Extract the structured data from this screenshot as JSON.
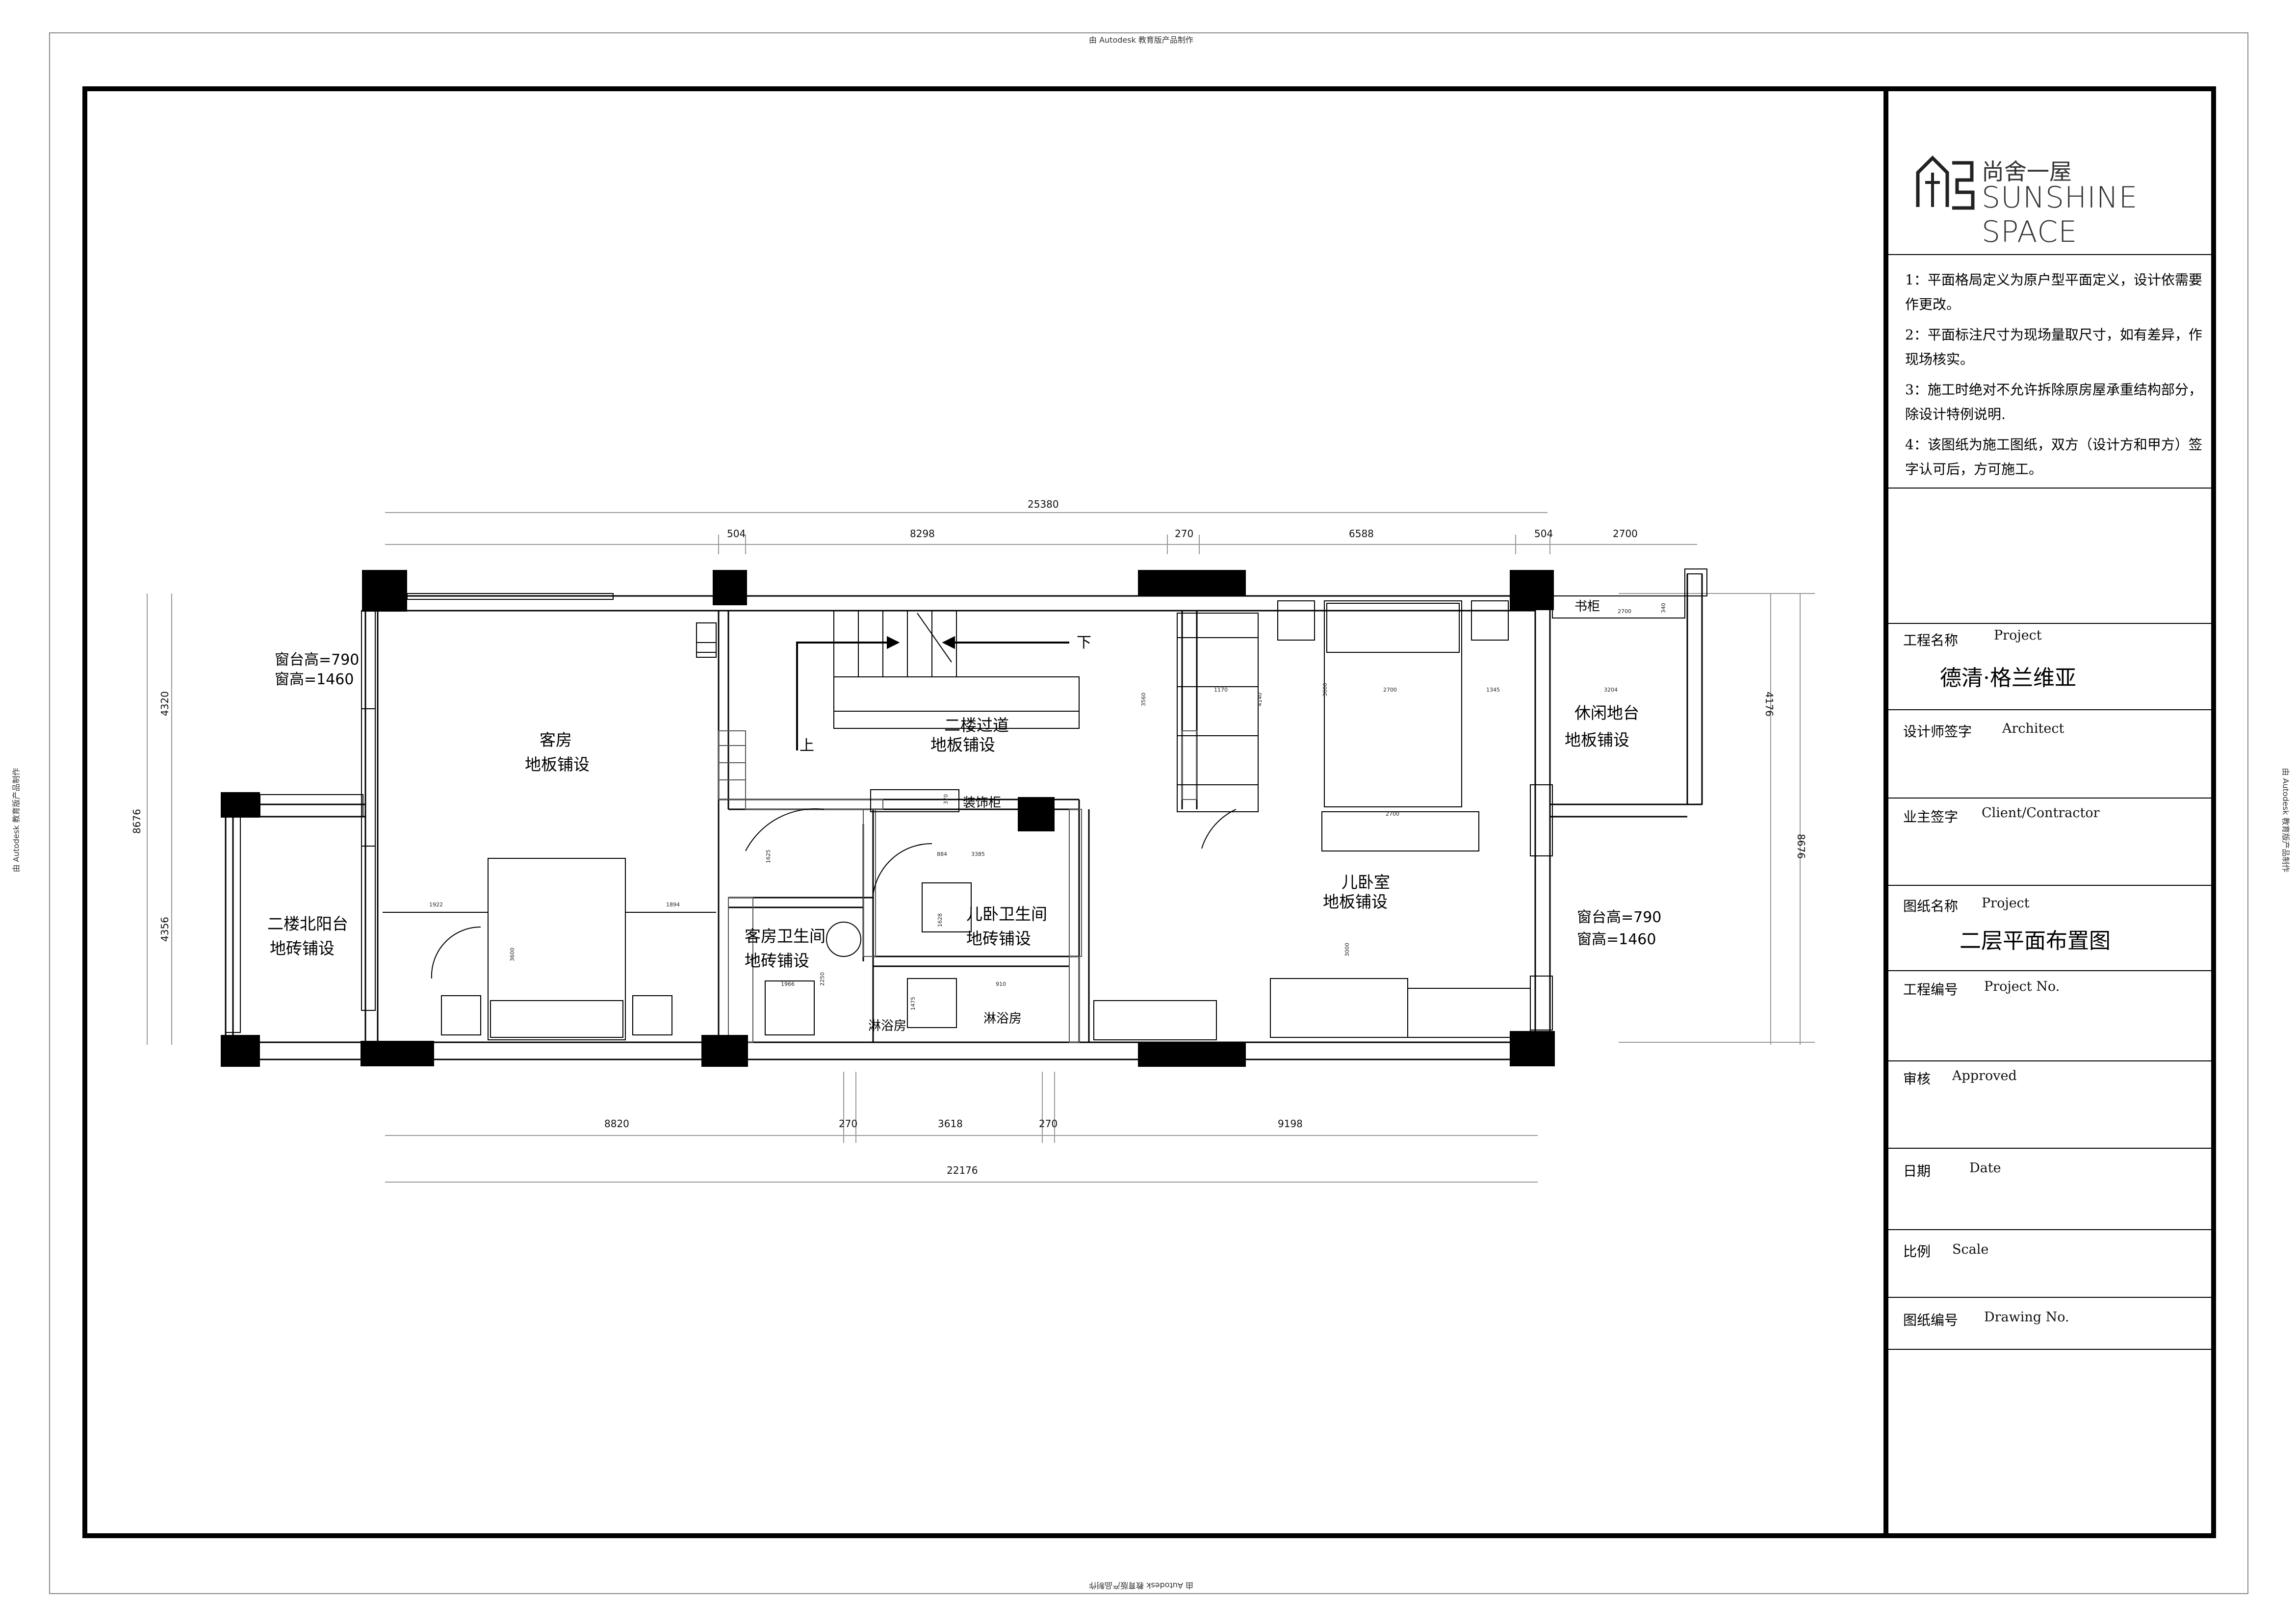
{
  "watermark": {
    "top": "由 Autodesk 教育版产品制作",
    "bottom": "由 Autodesk 教育版产品制作",
    "left": "由 Autodesk 教育版产品制作",
    "right": "由 Autodesk 教育版产品制作"
  },
  "logo": {
    "cn": "尚舍一屋",
    "en": "SUNSHINE SPACE"
  },
  "notes": [
    "1：平面格局定义为原户型平面定义，设计依需要作更改。",
    "2：平面标注尺寸为现场量取尺寸，如有差异，作现场核实。",
    "3：施工时绝对不允许拆除原房屋承重结构部分，除设计特例说明.",
    "4：该图纸为施工图纸，双方（设计方和甲方）签字认可后，方可施工。"
  ],
  "title_block": {
    "project_name": {
      "label": "工程名称",
      "eng": "Project",
      "value": "德清·格兰维亚"
    },
    "designer": {
      "label": "设计师签字",
      "eng": "Architect"
    },
    "client": {
      "label": "业主签字",
      "eng": "Client/Contractor"
    },
    "drawing_name": {
      "label": "图纸名称",
      "eng": "Project",
      "value": "二层平面布置图"
    },
    "project_no": {
      "label": "工程编号",
      "eng": "Project  No."
    },
    "approved": {
      "label": "审核",
      "eng": "Approved"
    },
    "date": {
      "label": "日期",
      "eng": "Date"
    },
    "scale": {
      "label": "比例",
      "eng": "Scale"
    },
    "drawing_no": {
      "label": "图纸编号",
      "eng": "Drawing No."
    }
  },
  "plan": {
    "dims_top": {
      "total": "25380",
      "d1": "504",
      "d2": "8298",
      "d3": "270",
      "d4": "6588",
      "d5": "504",
      "d6": "2700"
    },
    "dims_bottom": {
      "d1": "8820",
      "d2": "270",
      "d3": "3618",
      "d4": "270",
      "d5": "9198",
      "total": "22176"
    },
    "dims_left": {
      "total": "8676",
      "upper": "4320",
      "lower": "4356"
    },
    "dims_right": {
      "total": "8676",
      "upper": "4176"
    },
    "small_dims": {
      "guest_w1": "1922",
      "guest_w2": "1894",
      "guest_bed": "3600",
      "corridor_h": "3560",
      "stair_w": "1170",
      "stair_h": "4140",
      "kid_w1": "2700",
      "kid_w2": "1345",
      "kid_w3": "3204",
      "kid_h": "3600",
      "kid_wardrobe": "2700",
      "kid_desk": "3000",
      "shelf": "2700",
      "shelf_d": "340",
      "bath_a": "1625",
      "bath_b": "884",
      "bath_c": "3385",
      "bath_d": "1628",
      "bath_e": "1966",
      "bath_f": "2250",
      "bath_g": "1475",
      "bath_h": "910",
      "bath_i": "370"
    },
    "rooms": {
      "guest": {
        "name": "客房",
        "floor": "地板铺设"
      },
      "corridor": {
        "name": "二楼过道",
        "floor": "地板铺设"
      },
      "leisure": {
        "name": "休闲地台",
        "floor": "地板铺设"
      },
      "north_balcony": {
        "name": "二楼北阳台",
        "floor": "地砖铺设"
      },
      "guest_bath": {
        "name": "客房卫生间",
        "floor": "地砖铺设"
      },
      "kid_bath": {
        "name": "儿卧卫生间",
        "floor": "地砖铺设"
      },
      "kid_room": {
        "name": "儿卧室",
        "floor": "地板铺设"
      }
    },
    "labels": {
      "up": "上",
      "down": "下",
      "bookcase": "书柜",
      "deco_cabinet": "装饰柜",
      "shower1": "淋浴房",
      "shower2": "淋浴房"
    },
    "window_left": {
      "sill": "窗台高=790",
      "height": "窗高=1460"
    },
    "window_right": {
      "sill": "窗台高=790",
      "height": "窗高=1460"
    }
  }
}
